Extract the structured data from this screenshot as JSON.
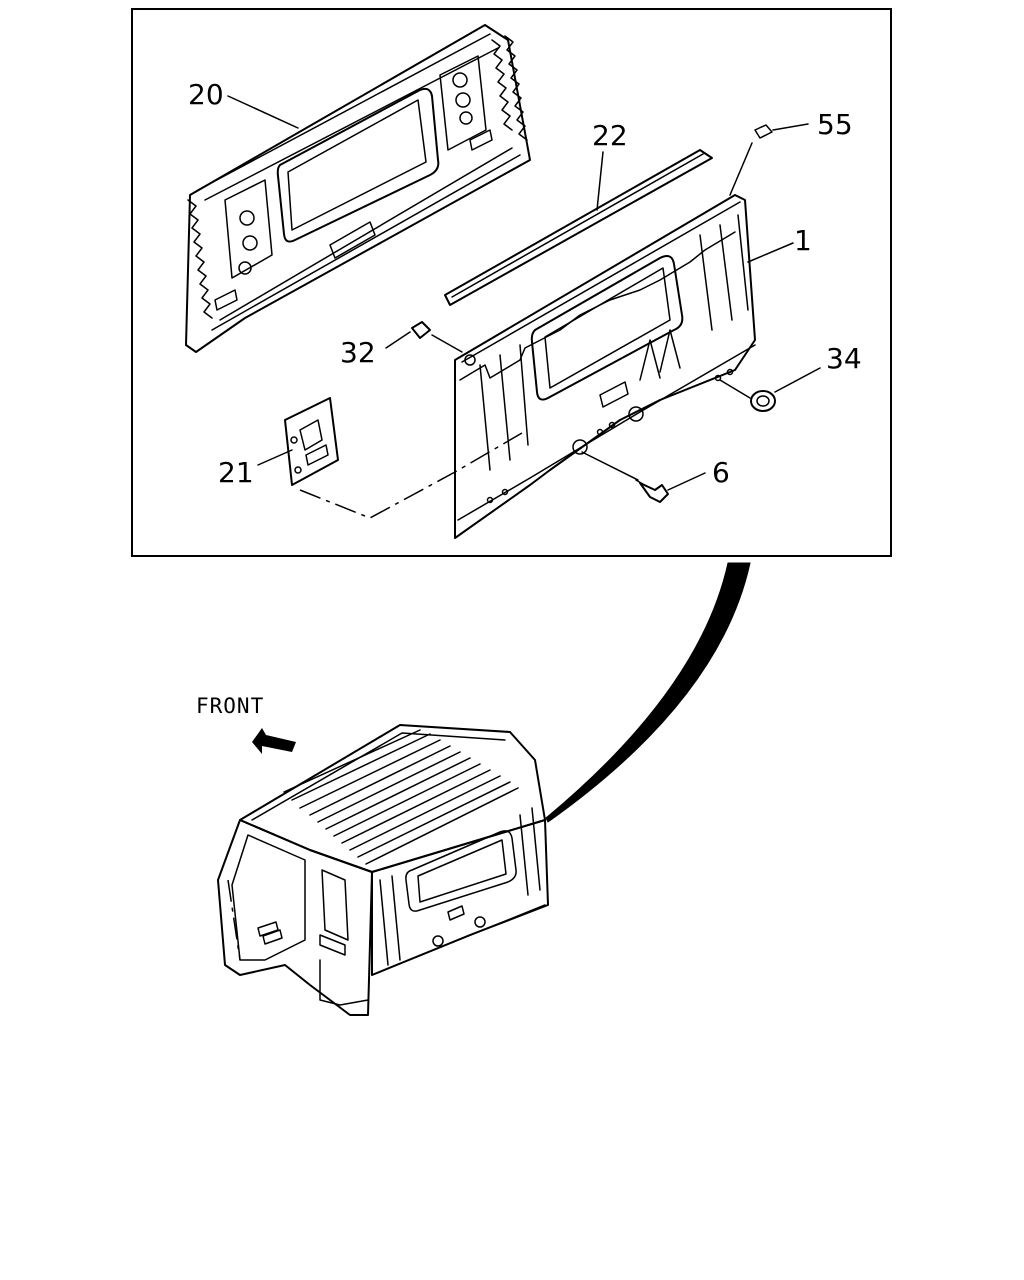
{
  "diagram": {
    "direction_label": "FRONT",
    "callouts": [
      {
        "id": "20",
        "text": "20"
      },
      {
        "id": "22",
        "text": "22"
      },
      {
        "id": "55",
        "text": "55"
      },
      {
        "id": "1",
        "text": "1"
      },
      {
        "id": "32",
        "text": "32"
      },
      {
        "id": "34",
        "text": "34"
      },
      {
        "id": "21",
        "text": "21"
      },
      {
        "id": "6",
        "text": "6"
      }
    ],
    "colors": {
      "line": "#000000",
      "background": "#ffffff"
    },
    "icons": [
      "front-arrow-icon"
    ]
  }
}
